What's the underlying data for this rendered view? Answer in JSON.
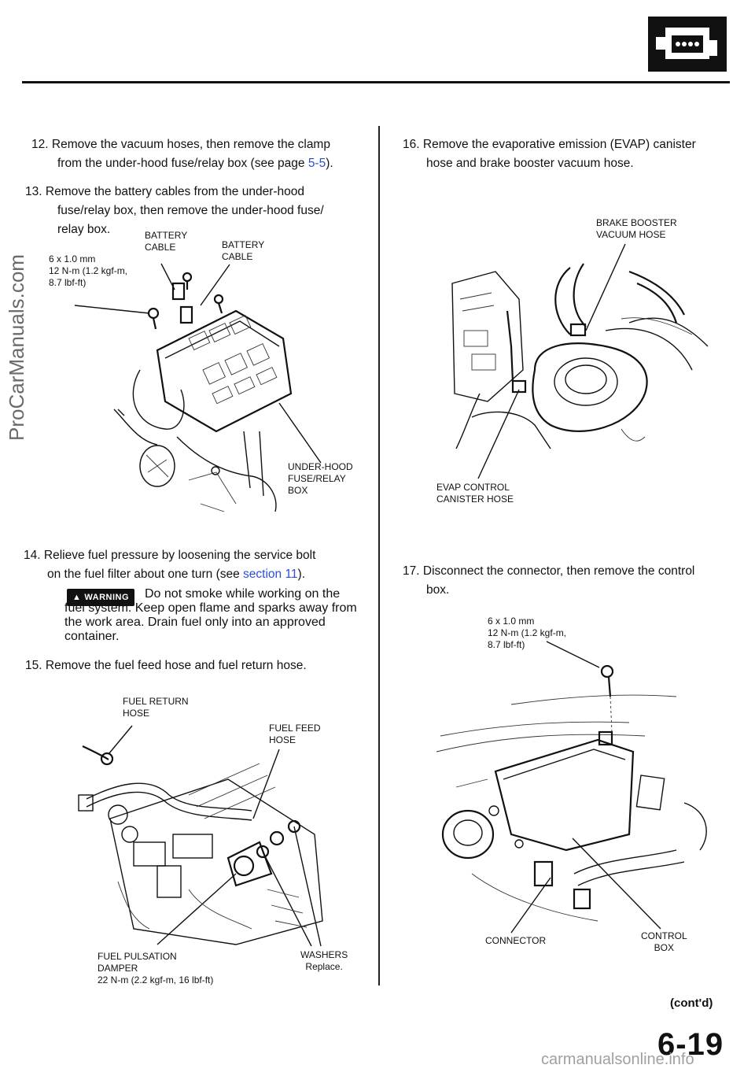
{
  "page": {
    "number": "6-19",
    "continued": "(cont'd)"
  },
  "watermarks": {
    "side": "ProCarManuals.com",
    "bottom": "carmanualsonline.info"
  },
  "left": {
    "step12": {
      "num": "12.",
      "text": "Remove the vacuum hoses, then remove the clamp",
      "text2_a": "from the under-hood fuse/relay box (see page ",
      "link": "5-5",
      "text2_b": ")."
    },
    "step13": {
      "num": "13.",
      "line1": "Remove the battery cables from the under-hood",
      "line2": "fuse/relay box, then remove the under-hood fuse/",
      "line3": "relay box."
    },
    "fig1": {
      "bolt": {
        "l1": "6 x 1.0 mm",
        "l2": "12 N-m (1.2 kgf-m,",
        "l3": "8.7 lbf-ft)"
      },
      "battery_cable_1": {
        "l1": "BATTERY",
        "l2": "CABLE"
      },
      "battery_cable_2": {
        "l1": "BATTERY",
        "l2": "CABLE"
      },
      "fuse_box": {
        "l1": "UNDER-HOOD",
        "l2": "FUSE/RELAY",
        "l3": "BOX"
      }
    },
    "step14": {
      "num": "14.",
      "line1": "Relieve fuel pressure by loosening the service bolt",
      "line2_a": "on the fuel filter about one turn (see ",
      "link": "section 11",
      "line2_b": ")."
    },
    "warning": {
      "badge": "WARNING",
      "line1": "Do not smoke while working on the",
      "line2": "fuel system. Keep open flame and sparks away from",
      "line3": "the work area. Drain fuel only into an approved",
      "line4": "container."
    },
    "step15": {
      "num": "15.",
      "text": "Remove the fuel feed hose and fuel return hose."
    },
    "fig2": {
      "return_hose": {
        "l1": "FUEL RETURN",
        "l2": "HOSE"
      },
      "feed_hose": {
        "l1": "FUEL FEED",
        "l2": "HOSE"
      },
      "damper": {
        "l1": "FUEL PULSATION",
        "l2": "DAMPER",
        "l3": "22 N-m (2.2 kgf-m, 16 lbf-ft)"
      },
      "washers": {
        "l1": "WASHERS",
        "l2": "Replace."
      }
    }
  },
  "right": {
    "step16": {
      "num": "16.",
      "line1": "Remove the evaporative emission (EVAP) canister",
      "line2": "hose and brake booster vacuum hose."
    },
    "fig3": {
      "booster": {
        "l1": "BRAKE BOOSTER",
        "l2": "VACUUM HOSE"
      },
      "evap": {
        "l1": "EVAP CONTROL",
        "l2": "CANISTER HOSE"
      }
    },
    "step17": {
      "num": "17.",
      "line1": "Disconnect the connector, then remove the control",
      "line2": "box."
    },
    "fig4": {
      "bolt": {
        "l1": "6 x 1.0 mm",
        "l2": "12 N-m (1.2 kgf-m,",
        "l3": "8.7 lbf-ft)"
      },
      "connector": {
        "l1": "CONNECTOR"
      },
      "control_box": {
        "l1": "CONTROL",
        "l2": "BOX"
      }
    }
  }
}
